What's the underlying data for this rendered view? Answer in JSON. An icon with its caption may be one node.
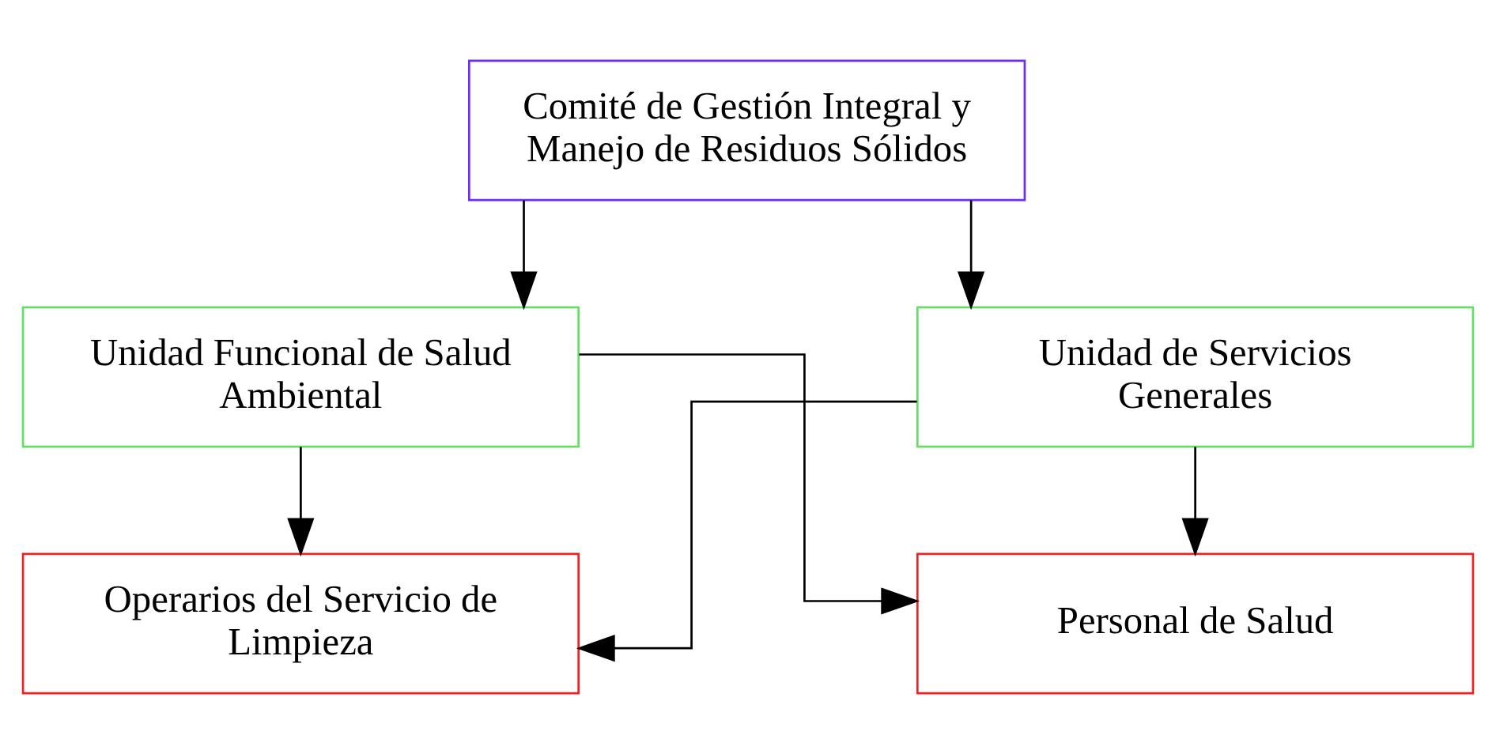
{
  "diagram": {
    "nodes": [
      {
        "text": [
          "Comité de Gestión Integral y Manejo de Residuos Sólidos"
        ]
      },
      {
        "text": [
          "Unidad Funcional de Salud Ambiental"
        ]
      },
      {
        "text": [
          "Unidad de Servicios Generales"
        ]
      },
      {
        "text": [
          "Operarios del Servicio de Limpieza"
        ]
      },
      {
        "text": [
          "Personal de Salud"
        ]
      }
    ],
    "edges": [
      {
        "from": 0,
        "to": 1,
        "arrow": "to"
      },
      {
        "from": 0,
        "to": 2,
        "arrow": "to"
      },
      {
        "from": 1,
        "to": 3,
        "arrow": "to"
      },
      {
        "from": 1,
        "to": 4,
        "arrow": "to"
      },
      {
        "from": 2,
        "to": 3,
        "arrow": "to"
      },
      {
        "from": 2,
        "to": 4,
        "arrow": "to"
      }
    ]
  }
}
